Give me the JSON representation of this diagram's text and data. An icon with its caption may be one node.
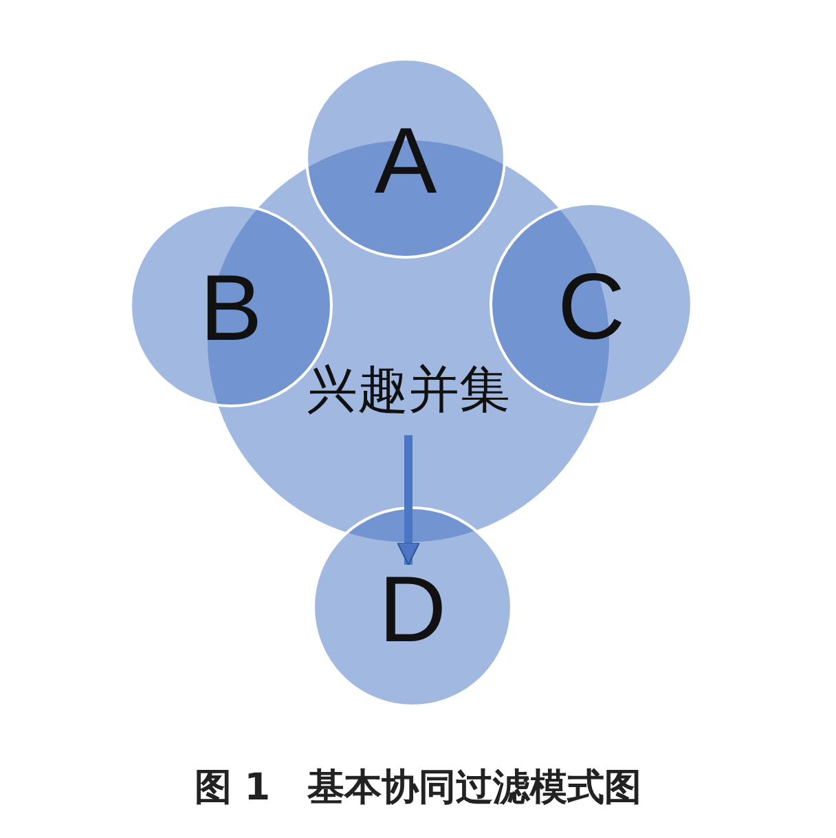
{
  "diagram": {
    "caption": "图 1　基本协同过滤模式图",
    "nodes": [
      {
        "text": [
          "A"
        ]
      },
      {
        "text": [
          "B"
        ]
      },
      {
        "text": [
          "C"
        ]
      },
      {
        "text": [
          "兴趣并集"
        ]
      },
      {
        "text": [
          "D"
        ]
      }
    ],
    "edges": [
      {
        "from": 3,
        "to": 4,
        "arrow": "to"
      }
    ]
  }
}
